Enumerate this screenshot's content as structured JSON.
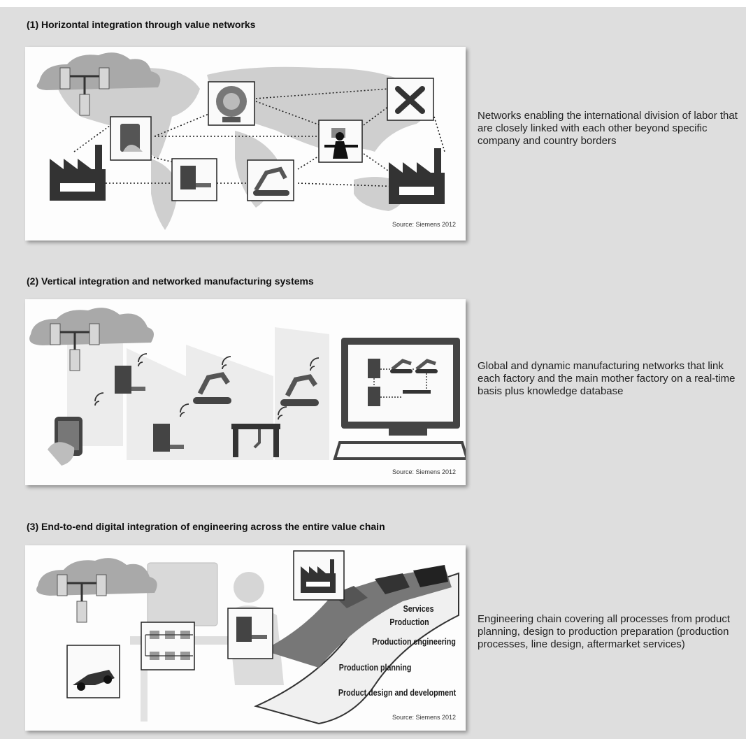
{
  "sections": [
    {
      "heading": "(1) Horizontal integration through value networks",
      "description": "Networks enabling the international division of labor that are closely linked with each other beyond specific company and country borders",
      "source": "Source: Siemens 2012"
    },
    {
      "heading": "(2) Vertical integration and networked manufacturing systems",
      "description": "Global and dynamic manufacturing networks that link each factory and the main mother factory on a real-time basis plus knowledge database",
      "source": "Source: Siemens 2012"
    },
    {
      "heading": "(3) End-to-end digital integration of engineering across the entire value chain",
      "description": "Engineering chain covering all processes from product planning, design to production preparation (production processes, line design, aftermarket services)",
      "source": "Source: Siemens 2012",
      "chain_labels": [
        "Services",
        "Production",
        "Production engineering",
        "Production planning",
        "Product design and development"
      ]
    }
  ],
  "icons": {
    "panel1": [
      "cloud-server-icon",
      "tablet-touch-icon",
      "gear-icon",
      "tools-icon",
      "factory-icon",
      "machine-icon",
      "robot-arm-icon",
      "computer-worker-icon"
    ],
    "panel2": [
      "cloud-server-icon",
      "tablet-touch-icon",
      "machine-icon",
      "robot-arm-icon",
      "gantry-robot-icon",
      "monitor-icon",
      "wifi-icon"
    ],
    "panel3": [
      "cloud-server-icon",
      "race-car-icon",
      "block-diagram-icon",
      "machine-icon",
      "factory-icon",
      "engineer-silhouette-icon"
    ]
  }
}
